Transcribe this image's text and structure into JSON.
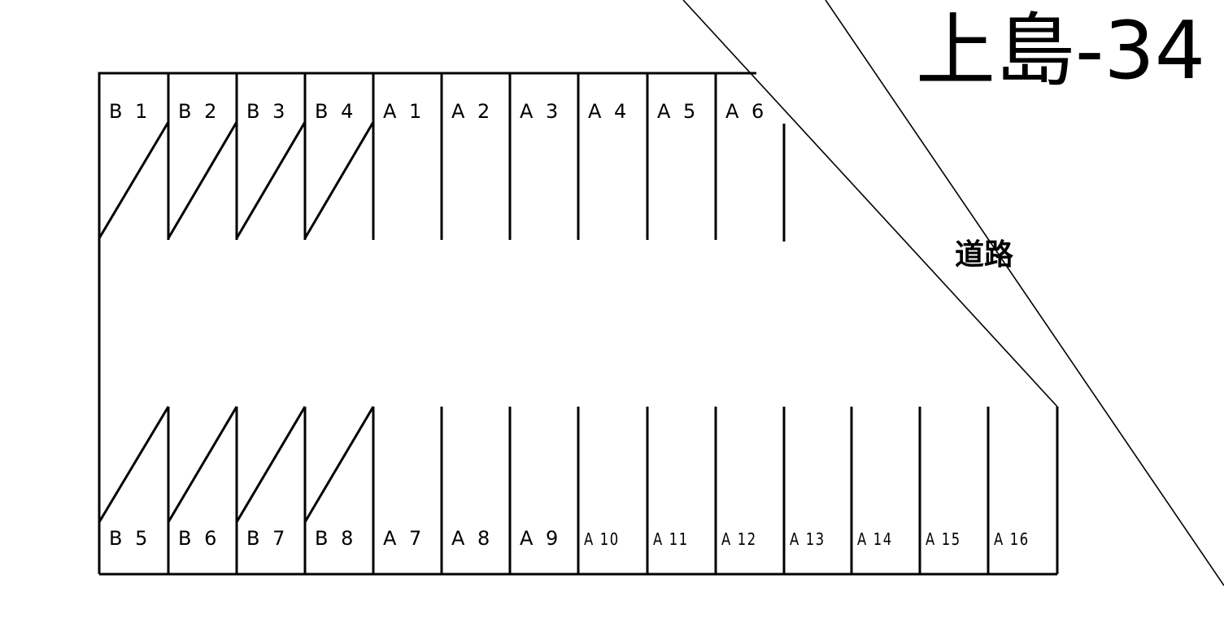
{
  "title": "上島-34",
  "road_label": "道路",
  "colors": {
    "line": "#000000",
    "background": "#ffffff"
  },
  "top_row": [
    "B 1",
    "B 2",
    "B 3",
    "B 4",
    "A 1",
    "A 2",
    "A 3",
    "A 4",
    "A 5",
    "A 6"
  ],
  "bottom_row": [
    "B 5",
    "B 6",
    "B 7",
    "B 8",
    "A 7",
    "A 8",
    "A 9",
    "A 10",
    "A 11",
    "A 12",
    "A 13",
    "A 14",
    "A 15",
    "A 16"
  ]
}
